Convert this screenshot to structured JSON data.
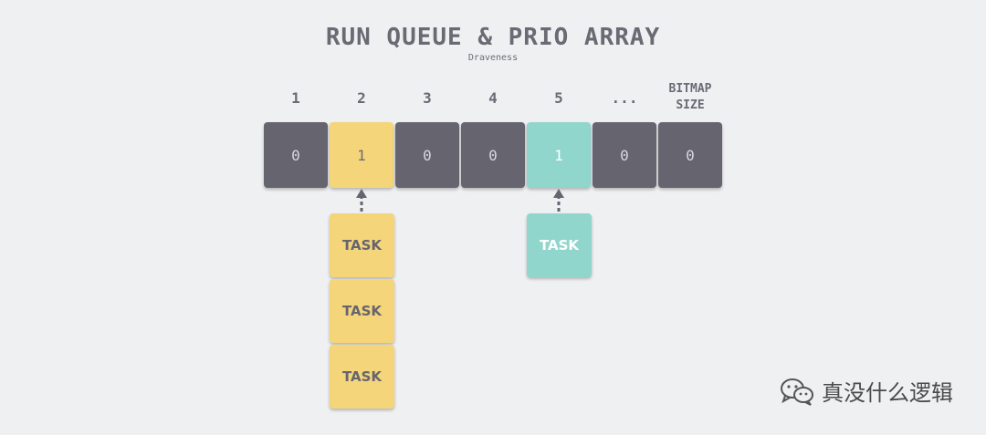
{
  "title": "RUN QUEUE & PRIO ARRAY",
  "subtitle": "Draveness",
  "columns": [
    {
      "label": "1",
      "bit": "0",
      "color": "dark"
    },
    {
      "label": "2",
      "bit": "1",
      "color": "yellow"
    },
    {
      "label": "3",
      "bit": "0",
      "color": "dark"
    },
    {
      "label": "4",
      "bit": "0",
      "color": "dark"
    },
    {
      "label": "5",
      "bit": "1",
      "color": "teal"
    },
    {
      "label": "...",
      "bit": "0",
      "color": "dark"
    },
    {
      "label_line1": "BITMAP",
      "label_line2": "SIZE",
      "bit": "0",
      "color": "dark"
    }
  ],
  "tasks": {
    "col2": [
      "TASK",
      "TASK",
      "TASK"
    ],
    "col5": [
      "TASK"
    ]
  },
  "colors": {
    "background": "#eff0f2",
    "cell_dark": "#66656f",
    "yellow": "#f5d57a",
    "teal": "#90d6cd",
    "text": "#6b6a74"
  },
  "watermark": {
    "icon": "wechat-icon",
    "text": "真没什么逻辑"
  }
}
